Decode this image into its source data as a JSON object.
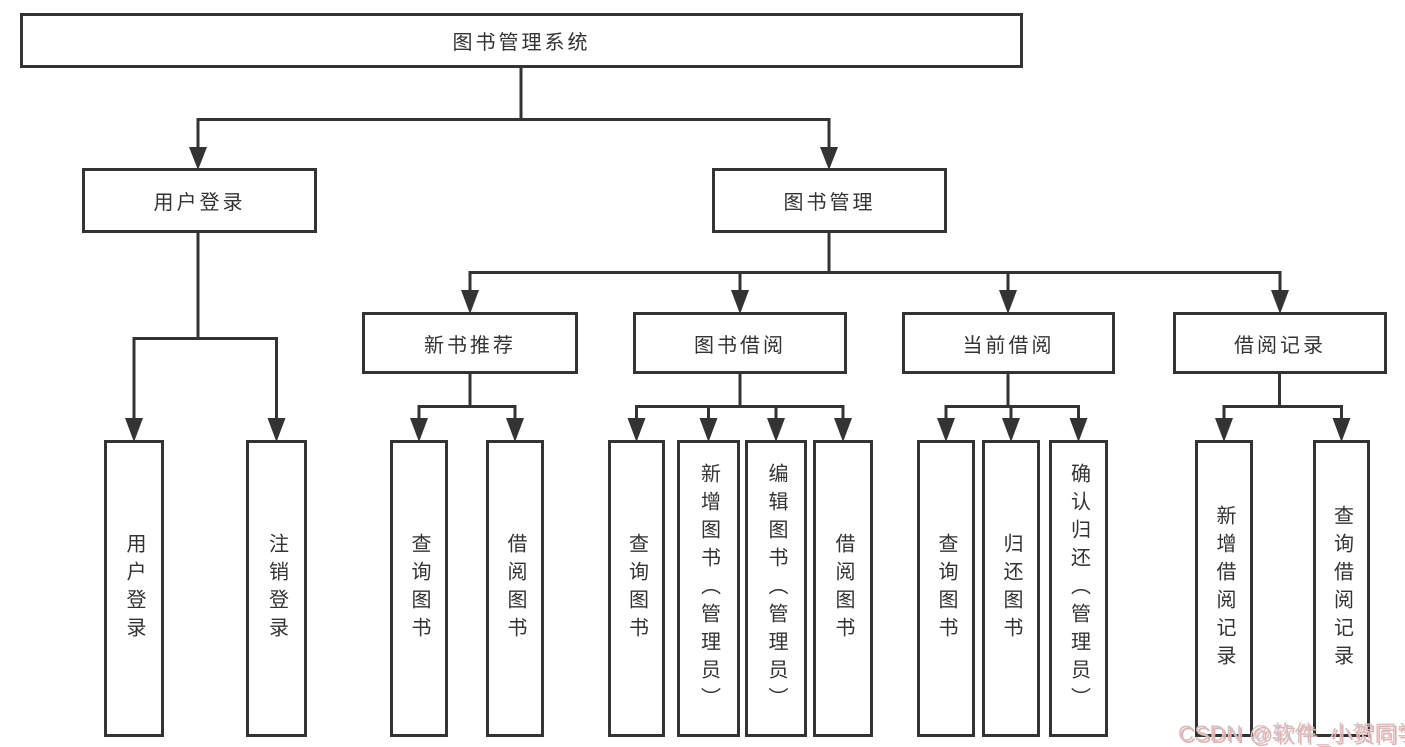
{
  "tree": {
    "root": {
      "label": "图书管理系统"
    },
    "branches": [
      {
        "label": "用户登录",
        "leaves": [
          {
            "label": "用户登录"
          },
          {
            "label": "注销登录"
          }
        ]
      },
      {
        "label": "图书管理",
        "groups": [
          {
            "label": "新书推荐",
            "leaves": [
              {
                "label": "查询图书"
              },
              {
                "label": "借阅图书"
              }
            ]
          },
          {
            "label": "图书借阅",
            "leaves": [
              {
                "label": "查询图书"
              },
              {
                "label": "新增图书（管理员）"
              },
              {
                "label": "编辑图书（管理员）"
              },
              {
                "label": "借阅图书"
              }
            ]
          },
          {
            "label": "当前借阅",
            "leaves": [
              {
                "label": "查询图书"
              },
              {
                "label": "归还图书"
              },
              {
                "label": "确认归还（管理员）"
              }
            ]
          },
          {
            "label": "借阅记录",
            "leaves": [
              {
                "label": "新增借阅记录"
              },
              {
                "label": "查询借阅记录"
              }
            ]
          }
        ]
      }
    ]
  },
  "watermark": {
    "text": "CSDN @软件_小贺同学"
  },
  "colors": {
    "line": "#333333",
    "text": "#333333",
    "box_background": "#ffffff",
    "page_background": "#ffffff",
    "watermark": "#c8c8c8",
    "watermark_shadow": "#f5a8a8"
  }
}
